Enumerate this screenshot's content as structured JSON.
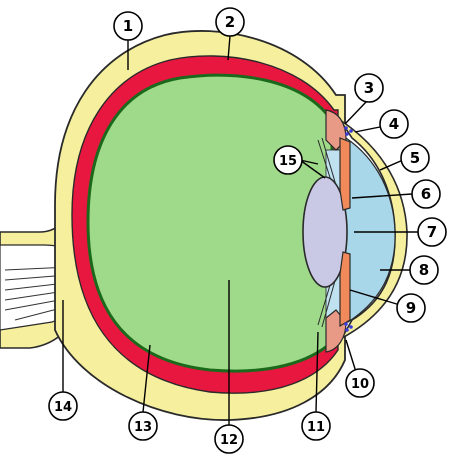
{
  "colors": {
    "sclera": "#f5ef9e",
    "choroid": "#e8173f",
    "retina_line": "#1b6a1b",
    "vitreous": "#9fd98a",
    "cornea": "#f5ef9e",
    "aqueous": "#a9d7ea",
    "lens": "#c9c9e6",
    "iris": "#f08a5a",
    "ciliary": "#e99a86",
    "outline": "#2a2a2a"
  },
  "callouts": [
    {
      "id": "1",
      "label": "1"
    },
    {
      "id": "2",
      "label": "2"
    },
    {
      "id": "3",
      "label": "3"
    },
    {
      "id": "4",
      "label": "4"
    },
    {
      "id": "5",
      "label": "5"
    },
    {
      "id": "6",
      "label": "6"
    },
    {
      "id": "7",
      "label": "7"
    },
    {
      "id": "8",
      "label": "8"
    },
    {
      "id": "9",
      "label": "9"
    },
    {
      "id": "10",
      "label": "10"
    },
    {
      "id": "11",
      "label": "11"
    },
    {
      "id": "12",
      "label": "12"
    },
    {
      "id": "13",
      "label": "13"
    },
    {
      "id": "14",
      "label": "14"
    },
    {
      "id": "15",
      "label": "15"
    }
  ]
}
